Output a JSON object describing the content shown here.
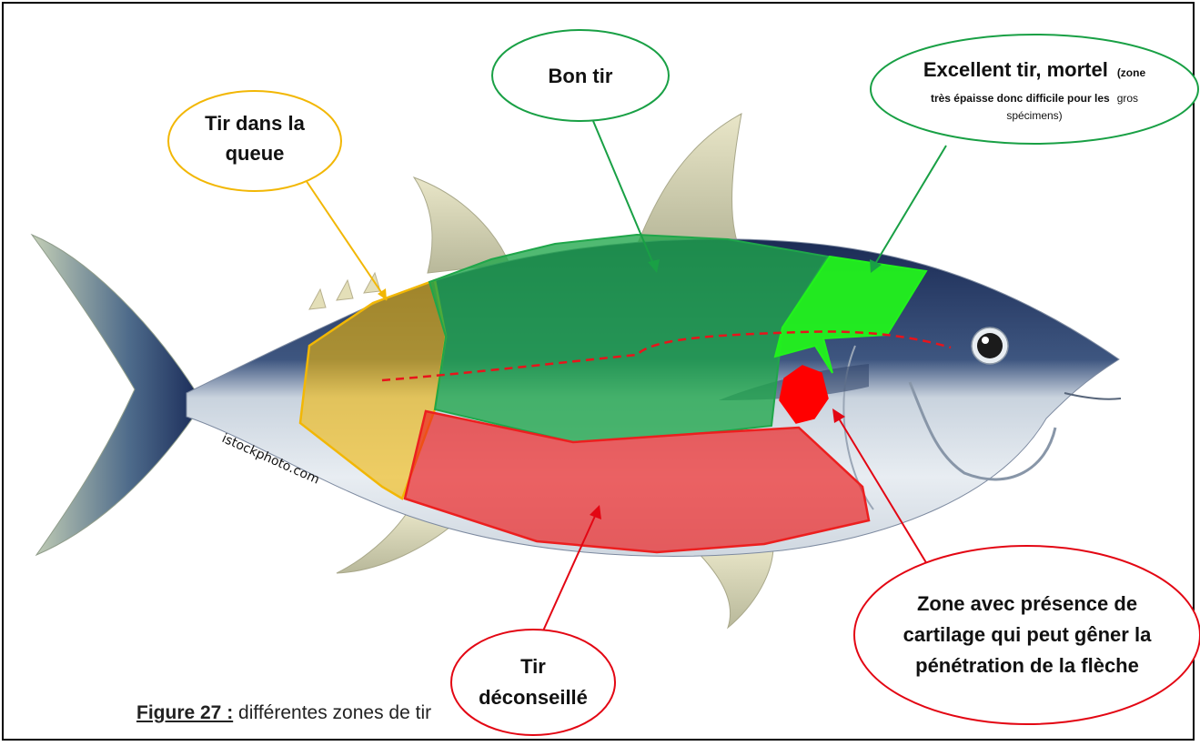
{
  "colors": {
    "good": "#1fa64a",
    "excellent": "#22f21c",
    "bad": "#ec1f1f",
    "tail": "#f2b705",
    "tuna_back": "#1d2f5c",
    "tuna_belly": "#dfe6ee"
  },
  "labels": {
    "tail": {
      "line1": "Tir dans la",
      "line2": "queue"
    },
    "good": {
      "text": "Bon tir"
    },
    "excellent": {
      "title": "Excellent tir, mortel",
      "note_open": "(zone",
      "note_line2_bold": "très épaisse donc difficile pour les",
      "note_line2_normal": "gros",
      "note_line3": "spécimens)"
    },
    "cartilage": {
      "line1": "Zone avec présence de",
      "line2": "cartilage qui peut gêner la",
      "line3": "pénétration de la flèche"
    },
    "avoid": {
      "line1": "Tir",
      "line2": "déconseillé"
    }
  },
  "watermark": "istockphoto.com",
  "caption": {
    "number": "Figure 27 :",
    "text": " différentes zones de tir"
  }
}
